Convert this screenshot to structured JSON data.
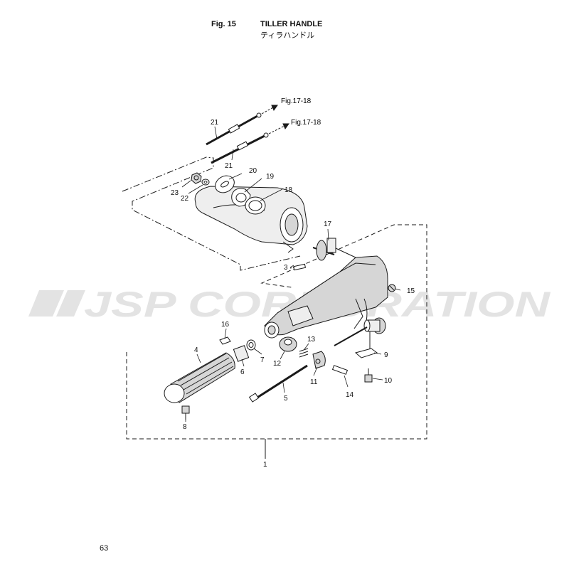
{
  "header": {
    "fig_number": "Fig. 15",
    "title": "TILLER HANDLE",
    "title_jp": "ティラハンドル"
  },
  "watermark": {
    "text": "JSP CORPORATION"
  },
  "references": [
    "Fig.17-18",
    "Fig.17-18"
  ],
  "parts": [
    {
      "id": "label-21a",
      "text": "21"
    },
    {
      "id": "label-21b",
      "text": "21"
    },
    {
      "id": "label-20",
      "text": "20"
    },
    {
      "id": "label-19",
      "text": "19"
    },
    {
      "id": "label-18",
      "text": "18"
    },
    {
      "id": "label-23",
      "text": "23"
    },
    {
      "id": "label-22",
      "text": "22"
    },
    {
      "id": "label-17",
      "text": "17"
    },
    {
      "id": "label-3",
      "text": "3"
    },
    {
      "id": "label-15",
      "text": "15"
    },
    {
      "id": "label-16",
      "text": "16"
    },
    {
      "id": "label-4",
      "text": "4"
    },
    {
      "id": "label-7",
      "text": "7"
    },
    {
      "id": "label-6",
      "text": "6"
    },
    {
      "id": "label-12",
      "text": "12"
    },
    {
      "id": "label-13",
      "text": "13"
    },
    {
      "id": "label-11",
      "text": "11"
    },
    {
      "id": "label-9",
      "text": "9"
    },
    {
      "id": "label-10",
      "text": "10"
    },
    {
      "id": "label-14",
      "text": "14"
    },
    {
      "id": "label-5",
      "text": "5"
    },
    {
      "id": "label-8",
      "text": "8"
    },
    {
      "id": "label-1",
      "text": "1"
    }
  ],
  "page_number": "63",
  "colors": {
    "line": "#1a1a1a",
    "shade": "#d6d6d6",
    "light": "#eeeeee",
    "watermark": "#e3e3e3"
  }
}
